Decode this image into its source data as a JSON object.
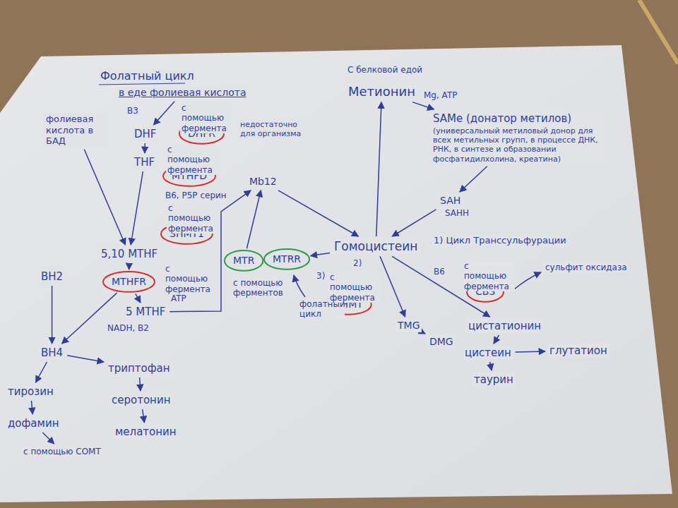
{
  "diagram": {
    "nodes": [
      {
        "text": [
          "в еде фолиевая кислота"
        ]
      },
      {
        "text": [
          "фолиевая кислота в БАД"
        ]
      },
      {
        "text": [
          "DHF"
        ]
      },
      {
        "text": [
          "THF"
        ]
      },
      {
        "text": [
          "5,10 MTHF"
        ]
      },
      {
        "text": [
          "5 MTHF"
        ]
      },
      {
        "text": [
          "DHFR"
        ]
      },
      {
        "text": [
          "MTHFD"
        ]
      },
      {
        "text": [
          "SHMT1"
        ]
      },
      {
        "text": [
          "MTHFR"
        ]
      },
      {
        "text": [
          "BH2"
        ]
      },
      {
        "text": [
          "BH4"
        ]
      },
      {
        "text": [
          "тирозин"
        ]
      },
      {
        "text": [
          "дофамин"
        ]
      },
      {
        "text": [
          "с помощью COMT"
        ]
      },
      {
        "text": [
          "триптофан"
        ]
      },
      {
        "text": [
          "серотонин"
        ]
      },
      {
        "text": [
          "мелатонин"
        ]
      },
      {
        "text": [
          "Mb12"
        ]
      },
      {
        "text": [
          "MTR"
        ]
      },
      {
        "text": [
          "MTRR"
        ]
      },
      {
        "text": [
          "Метионин"
        ]
      },
      {
        "text": [
          "SAMe (донатор метилов)",
          "(универсальный метиловый донор для всех метильных групп, в процессе ДНК, РНК, в синтезе и образовании фосфатидилхолина, креатина)"
        ]
      },
      {
        "text": [
          "SAH"
        ]
      },
      {
        "text": [
          "Гомоцистеин"
        ]
      },
      {
        "text": [
          "BHMT"
        ]
      },
      {
        "text": [
          "TMG"
        ]
      },
      {
        "text": [
          "DMG"
        ]
      },
      {
        "text": [
          "CBS"
        ]
      },
      {
        "text": [
          "цистатионин"
        ]
      },
      {
        "text": [
          "цистеин"
        ]
      },
      {
        "text": [
          "таурин"
        ]
      },
      {
        "text": [
          "глутатион"
        ]
      }
    ],
    "edges": [
      {
        "from": 0,
        "to": 2,
        "arrow": "to"
      },
      {
        "from": 2,
        "to": 3,
        "arrow": "to"
      },
      {
        "from": 3,
        "to": 4,
        "arrow": "to"
      },
      {
        "from": 1,
        "to": 4,
        "arrow": "to"
      },
      {
        "from": 4,
        "to": 9,
        "arrow": "to"
      },
      {
        "from": 9,
        "to": 5,
        "arrow": "to"
      },
      {
        "from": 5,
        "to": 18,
        "arrow": "to"
      },
      {
        "from": 19,
        "to": 18,
        "arrow": "to"
      },
      {
        "from": 18,
        "to": 24,
        "arrow": "to"
      },
      {
        "from": 24,
        "to": 20,
        "arrow": "to"
      },
      {
        "from": 21,
        "to": 22,
        "arrow": "to"
      },
      {
        "from": 22,
        "to": 23,
        "arrow": "to"
      },
      {
        "from": 23,
        "to": 24,
        "arrow": "to"
      },
      {
        "from": 24,
        "to": 21,
        "arrow": "to"
      },
      {
        "from": 24,
        "to": 26,
        "arrow": "to"
      },
      {
        "from": 26,
        "to": 27,
        "arrow": "to"
      },
      {
        "from": 24,
        "to": 29,
        "arrow": "to"
      },
      {
        "from": 29,
        "to": 30,
        "arrow": "to"
      },
      {
        "from": 30,
        "to": 31,
        "arrow": "to"
      },
      {
        "from": 30,
        "to": 32,
        "arrow": "to"
      },
      {
        "from": 10,
        "to": 11,
        "arrow": "to"
      },
      {
        "from": 9,
        "to": 11,
        "arrow": "to"
      },
      {
        "from": 11,
        "to": 12,
        "arrow": "to"
      },
      {
        "from": 12,
        "to": 13,
        "arrow": "to"
      },
      {
        "from": 13,
        "to": 14,
        "arrow": "to"
      },
      {
        "from": 11,
        "to": 15,
        "arrow": "to"
      },
      {
        "from": 15,
        "to": 16,
        "arrow": "to"
      },
      {
        "from": 16,
        "to": 17,
        "arrow": "to"
      }
    ],
    "labels": [
      "Фолатный цикл",
      "B3",
      "с помощью фермента",
      "недостаточно для организма",
      "с помощью фермента",
      "B6, P5P серин",
      "с помощью фермента",
      "с помощью фермента",
      "ATP",
      "NADH, B2",
      "с помощью ферментов",
      "3)",
      "фолатный цикл",
      "С белковой едой",
      "Mg, ATP",
      "SAHH",
      "1) Цикл Транссульфурации",
      "2)",
      "с помощью фермента",
      "с помощью фермента",
      "B6",
      "сульфит оксидаза"
    ]
  }
}
